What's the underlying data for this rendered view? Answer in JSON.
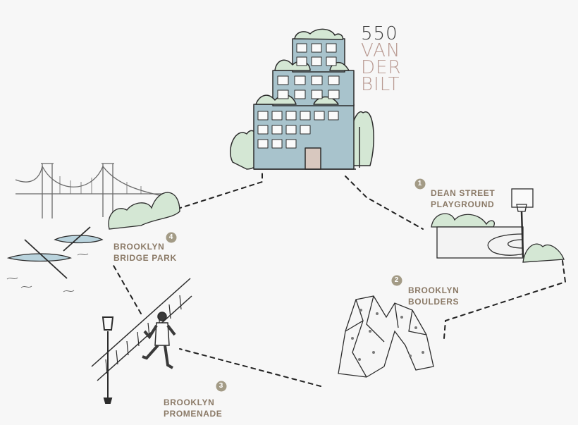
{
  "logo": {
    "number": "550",
    "line1": "VAN",
    "line2": "DER",
    "line3": "BILT"
  },
  "locations": [
    {
      "number": "1",
      "line1": "DEAN STREET",
      "line2": "PLAYGROUND"
    },
    {
      "number": "2",
      "line1": "BROOKLYN",
      "line2": "BOULDERS"
    },
    {
      "number": "3",
      "line1": "BROOKLYN",
      "line2": "PROMENADE"
    },
    {
      "number": "4",
      "line1": "BROOKLYN",
      "line2": "BRIDGE PARK"
    }
  ],
  "colors": {
    "building": "#a8c3cc",
    "foliage": "#d4e7d4",
    "water": "#b9d3dd",
    "label": "#8b7a67",
    "badge": "#a39b86",
    "logo_accent": "#b99a92"
  },
  "icons": [
    "building-icon",
    "basketball-court-icon",
    "climbing-boulder-icon",
    "runner-icon",
    "bridge-icon",
    "kayak-icon",
    "lamp-post-icon"
  ]
}
